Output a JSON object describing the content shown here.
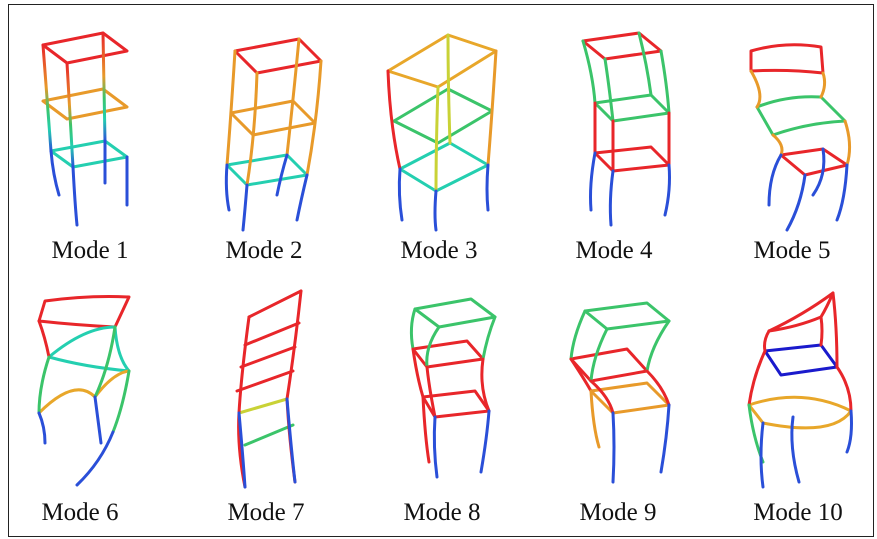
{
  "figure": {
    "modes": [
      {
        "label": "Mode 1"
      },
      {
        "label": "Mode 2"
      },
      {
        "label": "Mode 3"
      },
      {
        "label": "Mode 4"
      },
      {
        "label": "Mode 5"
      },
      {
        "label": "Mode 6"
      },
      {
        "label": "Mode 7"
      },
      {
        "label": "Mode 8"
      },
      {
        "label": "Mode 9"
      },
      {
        "label": "Mode 10"
      }
    ],
    "colors": {
      "red": "#e8262a",
      "orange": "#e89a2a",
      "yellow": "#c9d236",
      "green": "#3bc46a",
      "cyan": "#24cfb0",
      "blue": "#2a4fd8",
      "navy": "#1a1acc"
    }
  }
}
